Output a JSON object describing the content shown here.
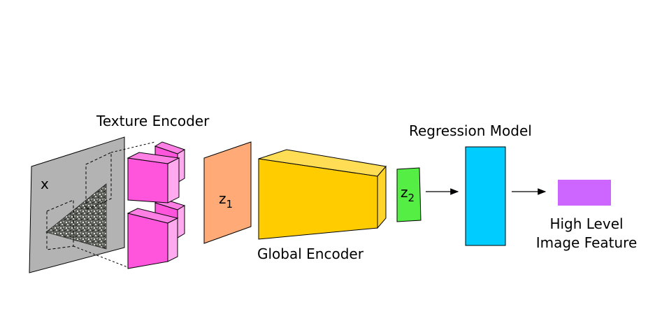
{
  "labels": {
    "texture_encoder": "Texture Encoder",
    "global_encoder": "Global Encoder",
    "regression_model": "Regression Model",
    "high_level_line1": "High Level",
    "high_level_line2": "Image Feature"
  },
  "symbols": {
    "x": "x",
    "z1": {
      "base": "z",
      "sub": "1"
    },
    "z2": {
      "base": "z",
      "sub": "2"
    }
  },
  "colors": {
    "input_plane": "#b3b3b3",
    "texture_blocks": "#ff55dd",
    "texture_blocks_side": "#ff80e5",
    "z1": "#ffaa77",
    "global_encoder": "#ffcc00",
    "global_encoder_top": "#ffdd55",
    "z2": "#55ee44",
    "regression_model": "#00ccff",
    "high_level_feature": "#cc66ff"
  }
}
